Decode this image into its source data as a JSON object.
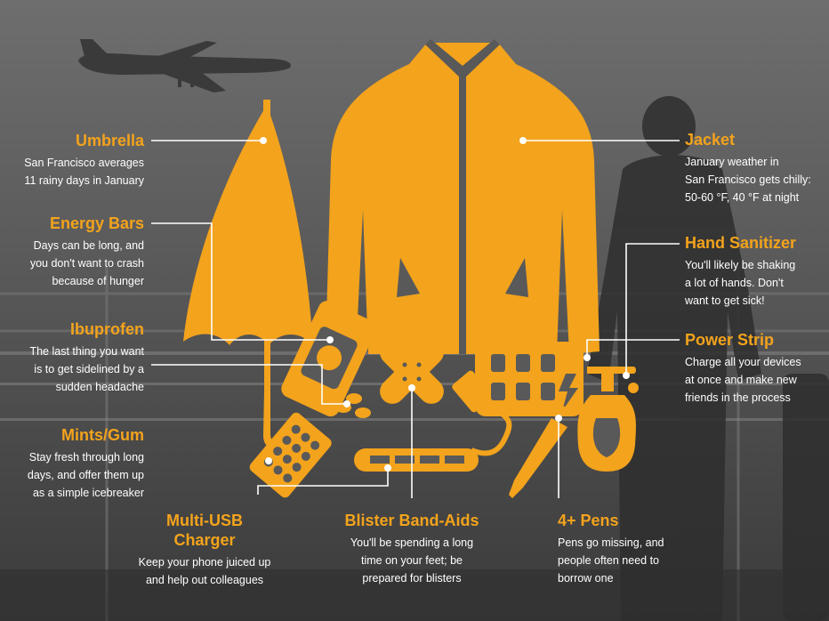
{
  "colors": {
    "accent": "#f3a31c",
    "text": "#ffffff",
    "background": "#555555"
  },
  "items": [
    {
      "id": "umbrella",
      "icon": "umbrella-icon",
      "title": "Umbrella",
      "desc": "San Francisco averages\n11 rainy days in January"
    },
    {
      "id": "energy-bars",
      "icon": "energy-bar-icon",
      "title": "Energy Bars",
      "desc": "Days can be long, and\nyou don't want to crash\nbecause of hunger"
    },
    {
      "id": "ibuprofen",
      "icon": "pill-icon",
      "title": "Ibuprofen",
      "desc": "The last thing you want\nis to get sidelined by a\nsudden headache"
    },
    {
      "id": "mints",
      "icon": "mints-icon",
      "title": "Mints/Gum",
      "desc": "Stay fresh through long\ndays, and offer them up\nas a simple icebreaker"
    },
    {
      "id": "usb-charger",
      "icon": "usb-hub-icon",
      "title": "Multi-USB\nCharger",
      "desc": "Keep your phone juiced up\nand help out colleagues"
    },
    {
      "id": "band-aids",
      "icon": "band-aid-icon",
      "title": "Blister Band-Aids",
      "desc": "You'll be spending a long\ntime on your feet; be\nprepared for blisters"
    },
    {
      "id": "pens",
      "icon": "pen-icon",
      "title": "4+ Pens",
      "desc": "Pens go missing, and\npeople often need to\nborrow one"
    },
    {
      "id": "jacket",
      "icon": "jacket-icon",
      "title": "Jacket",
      "desc": "January weather in\nSan Francisco gets chilly:\n50-60 °F, 40 °F at night"
    },
    {
      "id": "sanitizer",
      "icon": "sanitizer-bottle-icon",
      "title": "Hand Sanitizer",
      "desc": "You'll likely be shaking\na lot of hands. Don't\nwant to get sick!"
    },
    {
      "id": "power-strip",
      "icon": "power-strip-icon",
      "title": "Power Strip",
      "desc": "Charge all your devices\nat once and make new\nfriends in the process"
    }
  ]
}
